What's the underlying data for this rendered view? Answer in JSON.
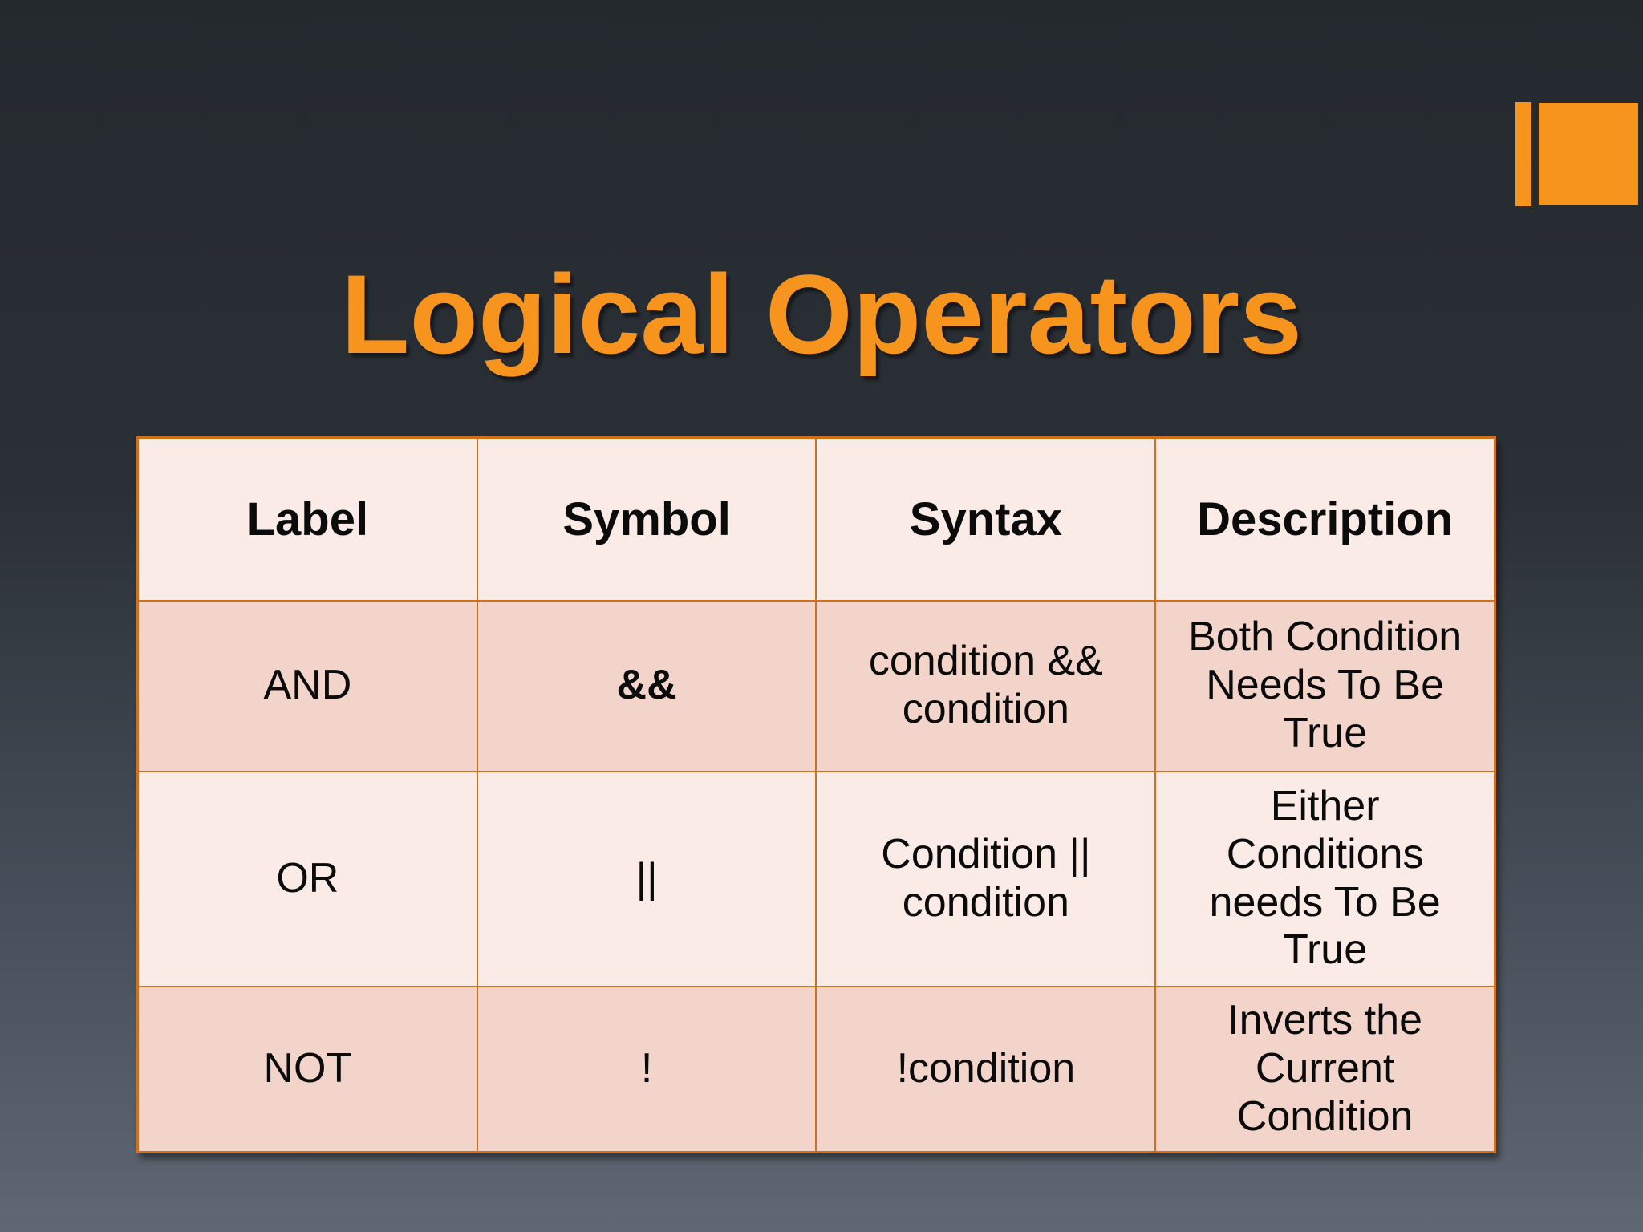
{
  "slide": {
    "title": "Logical Operators"
  },
  "colors": {
    "accent": "#F7941E",
    "border": "#D0701D",
    "row_light": "#FAEBE6",
    "row_dark": "#F2D4CB",
    "bg_top": "#24292E",
    "bg_bottom": "#5F6872"
  },
  "table": {
    "headers": [
      "Label",
      "Symbol",
      "Syntax",
      "Description"
    ],
    "rows": [
      {
        "label": "AND",
        "symbol": "&&",
        "syntax": "condition && condition",
        "description": "Both Condition Needs To Be True"
      },
      {
        "label": "OR",
        "symbol": "||",
        "syntax": "Condition || condition",
        "description": "Either Conditions needs To Be True"
      },
      {
        "label": "NOT",
        "symbol": "!",
        "syntax": "!condition",
        "description": "Inverts the Current Condition"
      }
    ]
  }
}
